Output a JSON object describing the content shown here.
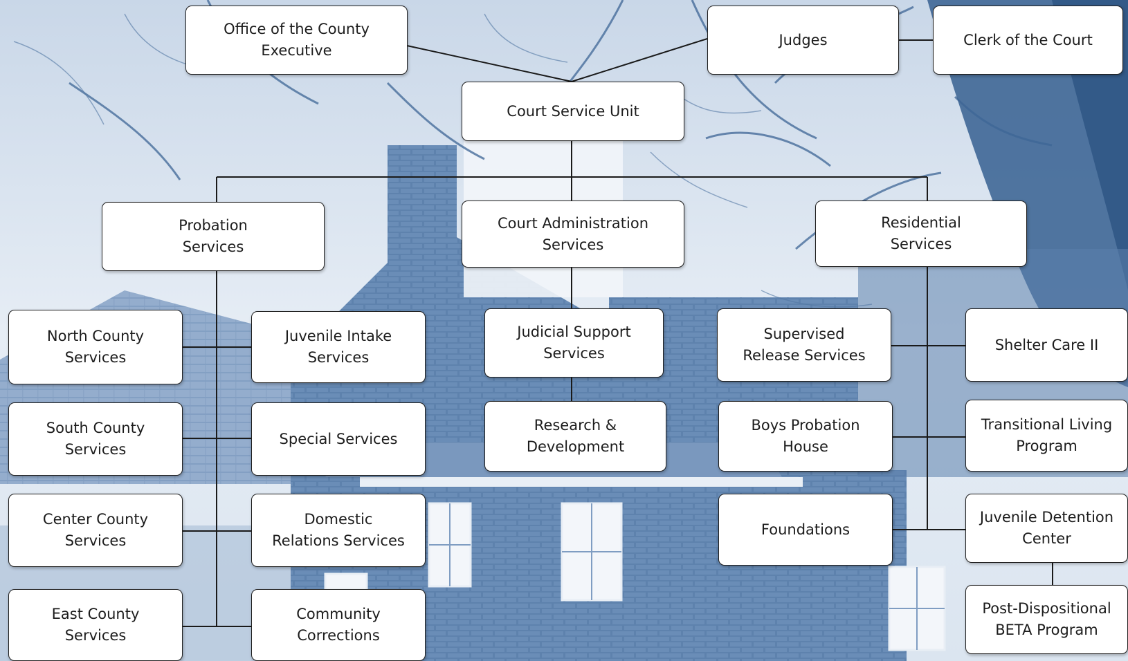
{
  "colors": {
    "photo_tint": "#6f90b8",
    "sky": "#e1e9f2",
    "box_fill": "#ffffff",
    "line": "#1a1a1a"
  },
  "nodes": {
    "county_executive": "Office of the County\nExecutive",
    "judges": "Judges",
    "clerk": "Clerk of the Court",
    "csu": "Court Service Unit",
    "probation": "Probation\nServices",
    "court_admin": "Court Administration\nServices",
    "residential": "Residential\nServices",
    "north": "North County\nServices",
    "juvenile_intake": "Juvenile Intake\nServices",
    "judicial_support": "Judicial Support\nServices",
    "supervised_release": "Supervised\nRelease Services",
    "shelter": "Shelter Care II",
    "south": "South County\nServices",
    "special": "Special Services",
    "research": "Research &\nDevelopment",
    "boys_probation": "Boys Probation\nHouse",
    "transitional": "Transitional Living\nProgram",
    "center": "Center County\nServices",
    "domestic": "Domestic\nRelations Services",
    "foundations": "Foundations",
    "detention": "Juvenile Detention\nCenter",
    "east": "East County\nServices",
    "community": "Community\nCorrections",
    "beta": "Post-Dispositional\nBETA Program"
  }
}
